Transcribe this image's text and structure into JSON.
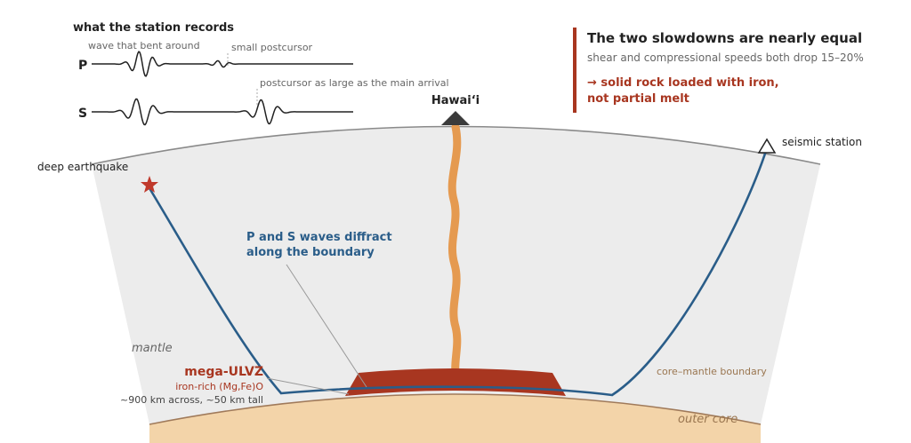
{
  "inset": {
    "title": "what the station records",
    "bent_label": "wave that bent around",
    "p_label": "P",
    "s_label": "S",
    "p_postcursor_label": "small postcursor",
    "s_postcursor_label": "postcursor as large as the main arrival"
  },
  "callout": {
    "headline": "The two slowdowns are nearly equal",
    "subline": "shear and compressional speeds both drop 15–20%",
    "conclusion_line1": "→ solid rock loaded with iron,",
    "conclusion_line2": "not partial melt"
  },
  "labels": {
    "hawaii": "Hawai‘i",
    "seismic_station": "seismic station",
    "deep_earthquake": "deep earthquake",
    "diffract_line1": "P and S waves diffract",
    "diffract_line2": "along the boundary",
    "mantle": "mantle",
    "ulvz_title": "mega-ULVZ",
    "ulvz_composition": "iron-rich (Mg,Fe)O",
    "ulvz_size": "~900 km across, ~50 km tall",
    "cmb": "core–mantle boundary",
    "outer_core": "outer core"
  },
  "colors": {
    "mantle": "#ececec",
    "outer_core": "#f3d4a9",
    "cmb_line": "#a07a5a",
    "surface_line": "#8a8a8a",
    "ray": "#2a5d89",
    "plume": "#e59a50",
    "ulvz": "#a83620",
    "accent": "#a83620",
    "text_dark": "#222222",
    "text_muted": "#666666",
    "label_brown": "#9a7650"
  },
  "icons": {
    "hawaii": "hotspot-triangle-icon",
    "station": "seismic-station-triangle-icon",
    "earthquake": "earthquake-star-icon"
  }
}
